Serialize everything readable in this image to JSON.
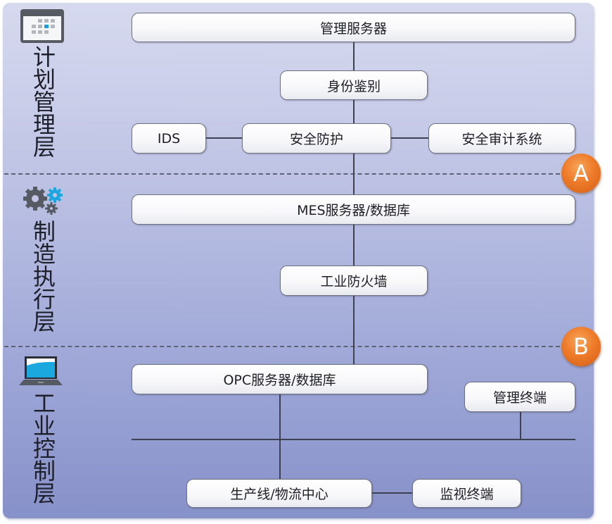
{
  "layers": [
    {
      "label": "计划管理层",
      "icon": "calendar-grid-icon"
    },
    {
      "label": "制造执行层",
      "icon": "gears-icon"
    },
    {
      "label": "工业控制层",
      "icon": "laptop-icon"
    }
  ],
  "boundaries": [
    {
      "label": "A",
      "between": [
        "计划管理层",
        "制造执行层"
      ]
    },
    {
      "label": "B",
      "between": [
        "制造执行层",
        "工业控制层"
      ]
    }
  ],
  "nodes": {
    "mgmt_server": "管理服务器",
    "identity_auth": "身份鉴别",
    "ids": "IDS",
    "security_protection": "安全防护",
    "security_audit": "安全审计系统",
    "mes_server": "MES服务器/数据库",
    "industrial_firewall": "工业防火墙",
    "opc_server": "OPC服务器/数据库",
    "mgmt_terminal": "管理终端",
    "production_line": "生产线/物流中心",
    "monitor_terminal": "监视终端"
  },
  "colors": {
    "badge": "#ee7b2a",
    "panel_top": "#d6d9ee",
    "panel_bottom": "#8791c9",
    "icon_accent": "#1ea6e0"
  }
}
